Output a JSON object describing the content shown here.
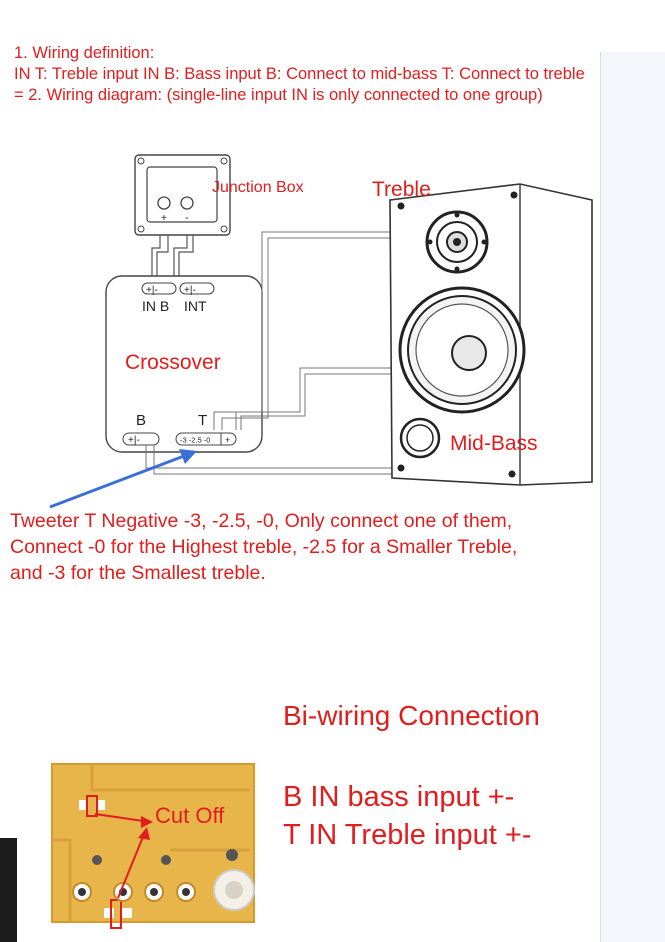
{
  "definition": {
    "line1": "1. Wiring definition:",
    "line2": "IN T: Treble input IN B: Bass input B: Connect to mid-bass T: Connect to treble",
    "line3": "= 2. Wiring diagram: (single-line input IN is only connected to one group)"
  },
  "diagram": {
    "junction_box_label": "Junction Box",
    "junction_plus": "+",
    "junction_minus": "-",
    "treble_label": "Treble",
    "midbass_label": "Mid-Bass",
    "crossover_label": "Crossover",
    "terminal_inb": "IN B",
    "terminal_int": "INT",
    "terminal_pm": "+|-",
    "terminal_b": "B",
    "terminal_t": "T",
    "tweeter_taps": "-3 -2.5 -0",
    "tweeter_plus": "+"
  },
  "note": {
    "line1": "Tweeter T Negative -3, -2.5, -0, Only connect one of them,",
    "line2": "Connect -0 for the Highest treble, -2.5 for a Smaller Treble,",
    "line3": "and -3 for the Smallest treble."
  },
  "biwiring": {
    "title": "Bi-wiring Connection",
    "line1": "B IN bass input +-",
    "line2": "T IN Treble input +-"
  },
  "pcb": {
    "cut_off_label": "Cut Off"
  },
  "colors": {
    "accent_red": "#e11d1d",
    "arrow_blue": "#3b6fd6",
    "pcb_yellow": "#e8b54a"
  }
}
